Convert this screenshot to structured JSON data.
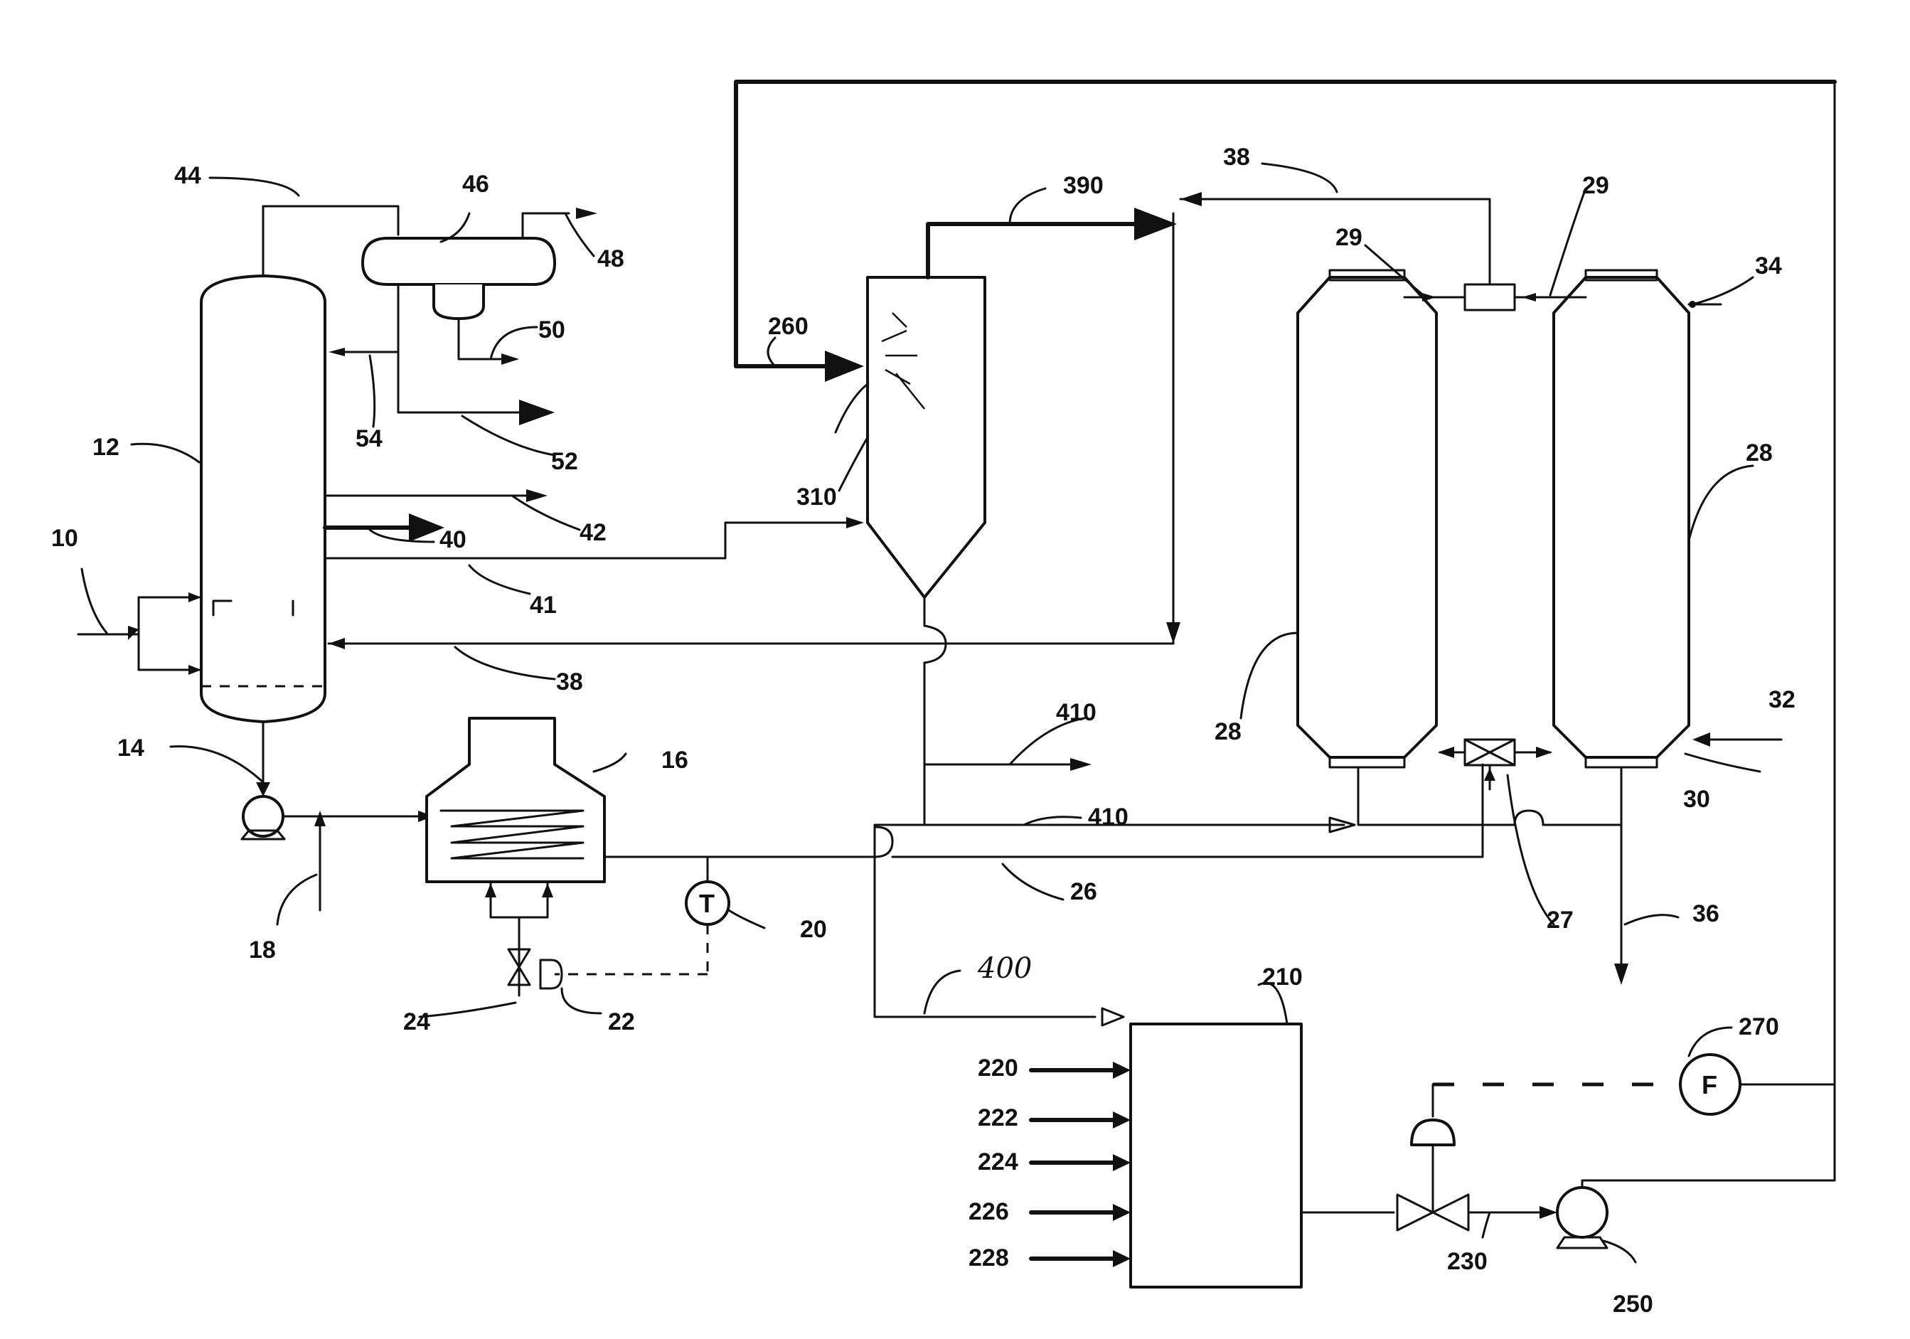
{
  "diagram": {
    "labels": {
      "l10": "10",
      "l12": "12",
      "l14": "14",
      "l16": "16",
      "l18": "18",
      "l20": "20",
      "l22": "22",
      "l24": "24",
      "l26": "26",
      "l27": "27",
      "l28a": "28",
      "l28b": "28",
      "l29a": "29",
      "l29b": "29",
      "l30": "30",
      "l32": "32",
      "l34": "34",
      "l36": "36",
      "l38a": "38",
      "l38b": "38",
      "l40": "40",
      "l41": "41",
      "l42": "42",
      "l44": "44",
      "l46": "46",
      "l48": "48",
      "l50": "50",
      "l52": "52",
      "l54": "54",
      "l210": "210",
      "l220": "220",
      "l222": "222",
      "l224": "224",
      "l226": "226",
      "l228": "228",
      "l230": "230",
      "l250": "250",
      "l260": "260",
      "l270": "270",
      "l310": "310",
      "l390": "390",
      "l400": "400",
      "l410a": "410",
      "l410b": "410"
    },
    "symbols": {
      "temp": "T",
      "flow": "F"
    }
  }
}
